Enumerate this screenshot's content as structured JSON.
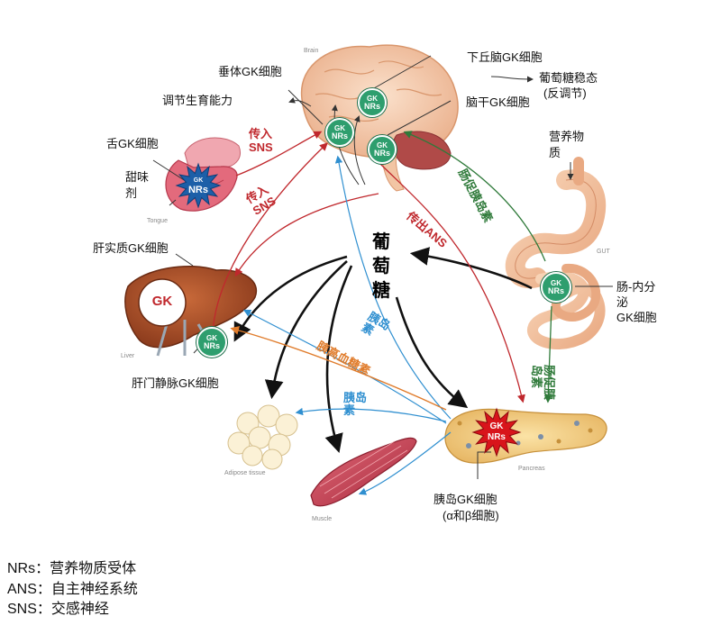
{
  "organs": {
    "brain": "Brain",
    "tongue": "Tongue",
    "liver": "Liver",
    "gut": "GUT",
    "adipose": "Adipose tissue",
    "muscle": "Muscle",
    "pancreas": "Pancreas"
  },
  "badges": {
    "gk": "GK",
    "nrs": "NRs"
  },
  "labels": {
    "pituitary": "垂体GK细胞",
    "reproduction": "调节生育能力",
    "hypothalamus": "下丘脑GK细胞",
    "glucose_homeostasis": "葡萄糖稳态",
    "counter_regulation": "(反调节)",
    "brainstem": "脑干GK细胞",
    "tongue_cells": "舌GK细胞",
    "sweetener_1": "甜味",
    "sweetener_2": "剂",
    "nutrients_1": "营养物",
    "nutrients_2": "质",
    "liver_cells": "肝实质GK细胞",
    "portal_cells": "肝门静脉GK细胞",
    "enteroendocrine_1": "肠-内分",
    "enteroendocrine_2": "泌",
    "enteroendocrine_3": "GK细胞",
    "islet_cells": "胰岛GK细胞",
    "islet_types": "(α和β细胞)"
  },
  "arrow_labels": {
    "afferent_sns_1": "传入\nSNS",
    "afferent_sns_2": "传入\nSNS",
    "efferent_ans": "传出ANS",
    "incretin_brain": "肠促胰岛素",
    "incretin_pancreas": "肠促胰\n岛素",
    "insulin_liver": "胰岛\n素",
    "glucagon": "胰高血糖素",
    "insulin_adipose": "胰岛\n素"
  },
  "center": "葡萄糖",
  "legend": [
    "NRs：营养物质受体",
    "ANS：自主神经系统",
    "SNS：交感神经"
  ],
  "colors": {
    "gk_badge": "#2e9e6e",
    "nrs_badge": "#1d5fa8",
    "pancreas_badge": "#d8141b",
    "afferent": "#c0282d",
    "incretin": "#2f7a3a",
    "insulin": "#2f8fd0",
    "glucagon": "#e07c2c",
    "glucose": "#111111"
  }
}
